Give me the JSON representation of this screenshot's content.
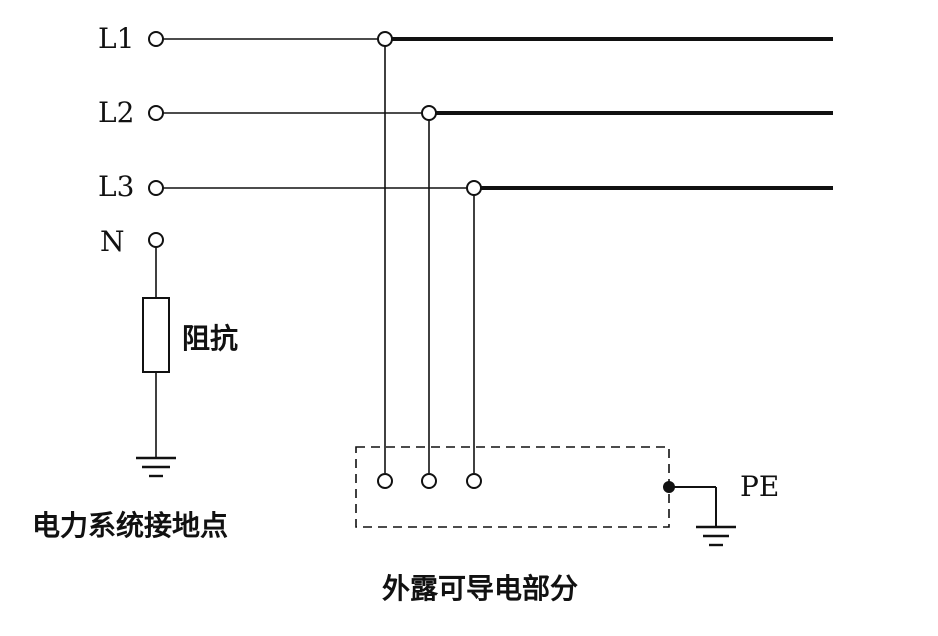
{
  "terminals": {
    "l1": "L1",
    "l2": "L2",
    "l3": "L3",
    "n": "N"
  },
  "impedance_label": "阻抗",
  "system_ground_label": "电力系统接地点",
  "pe_label": "PE",
  "exposed_part_label": "外露可导电部分"
}
